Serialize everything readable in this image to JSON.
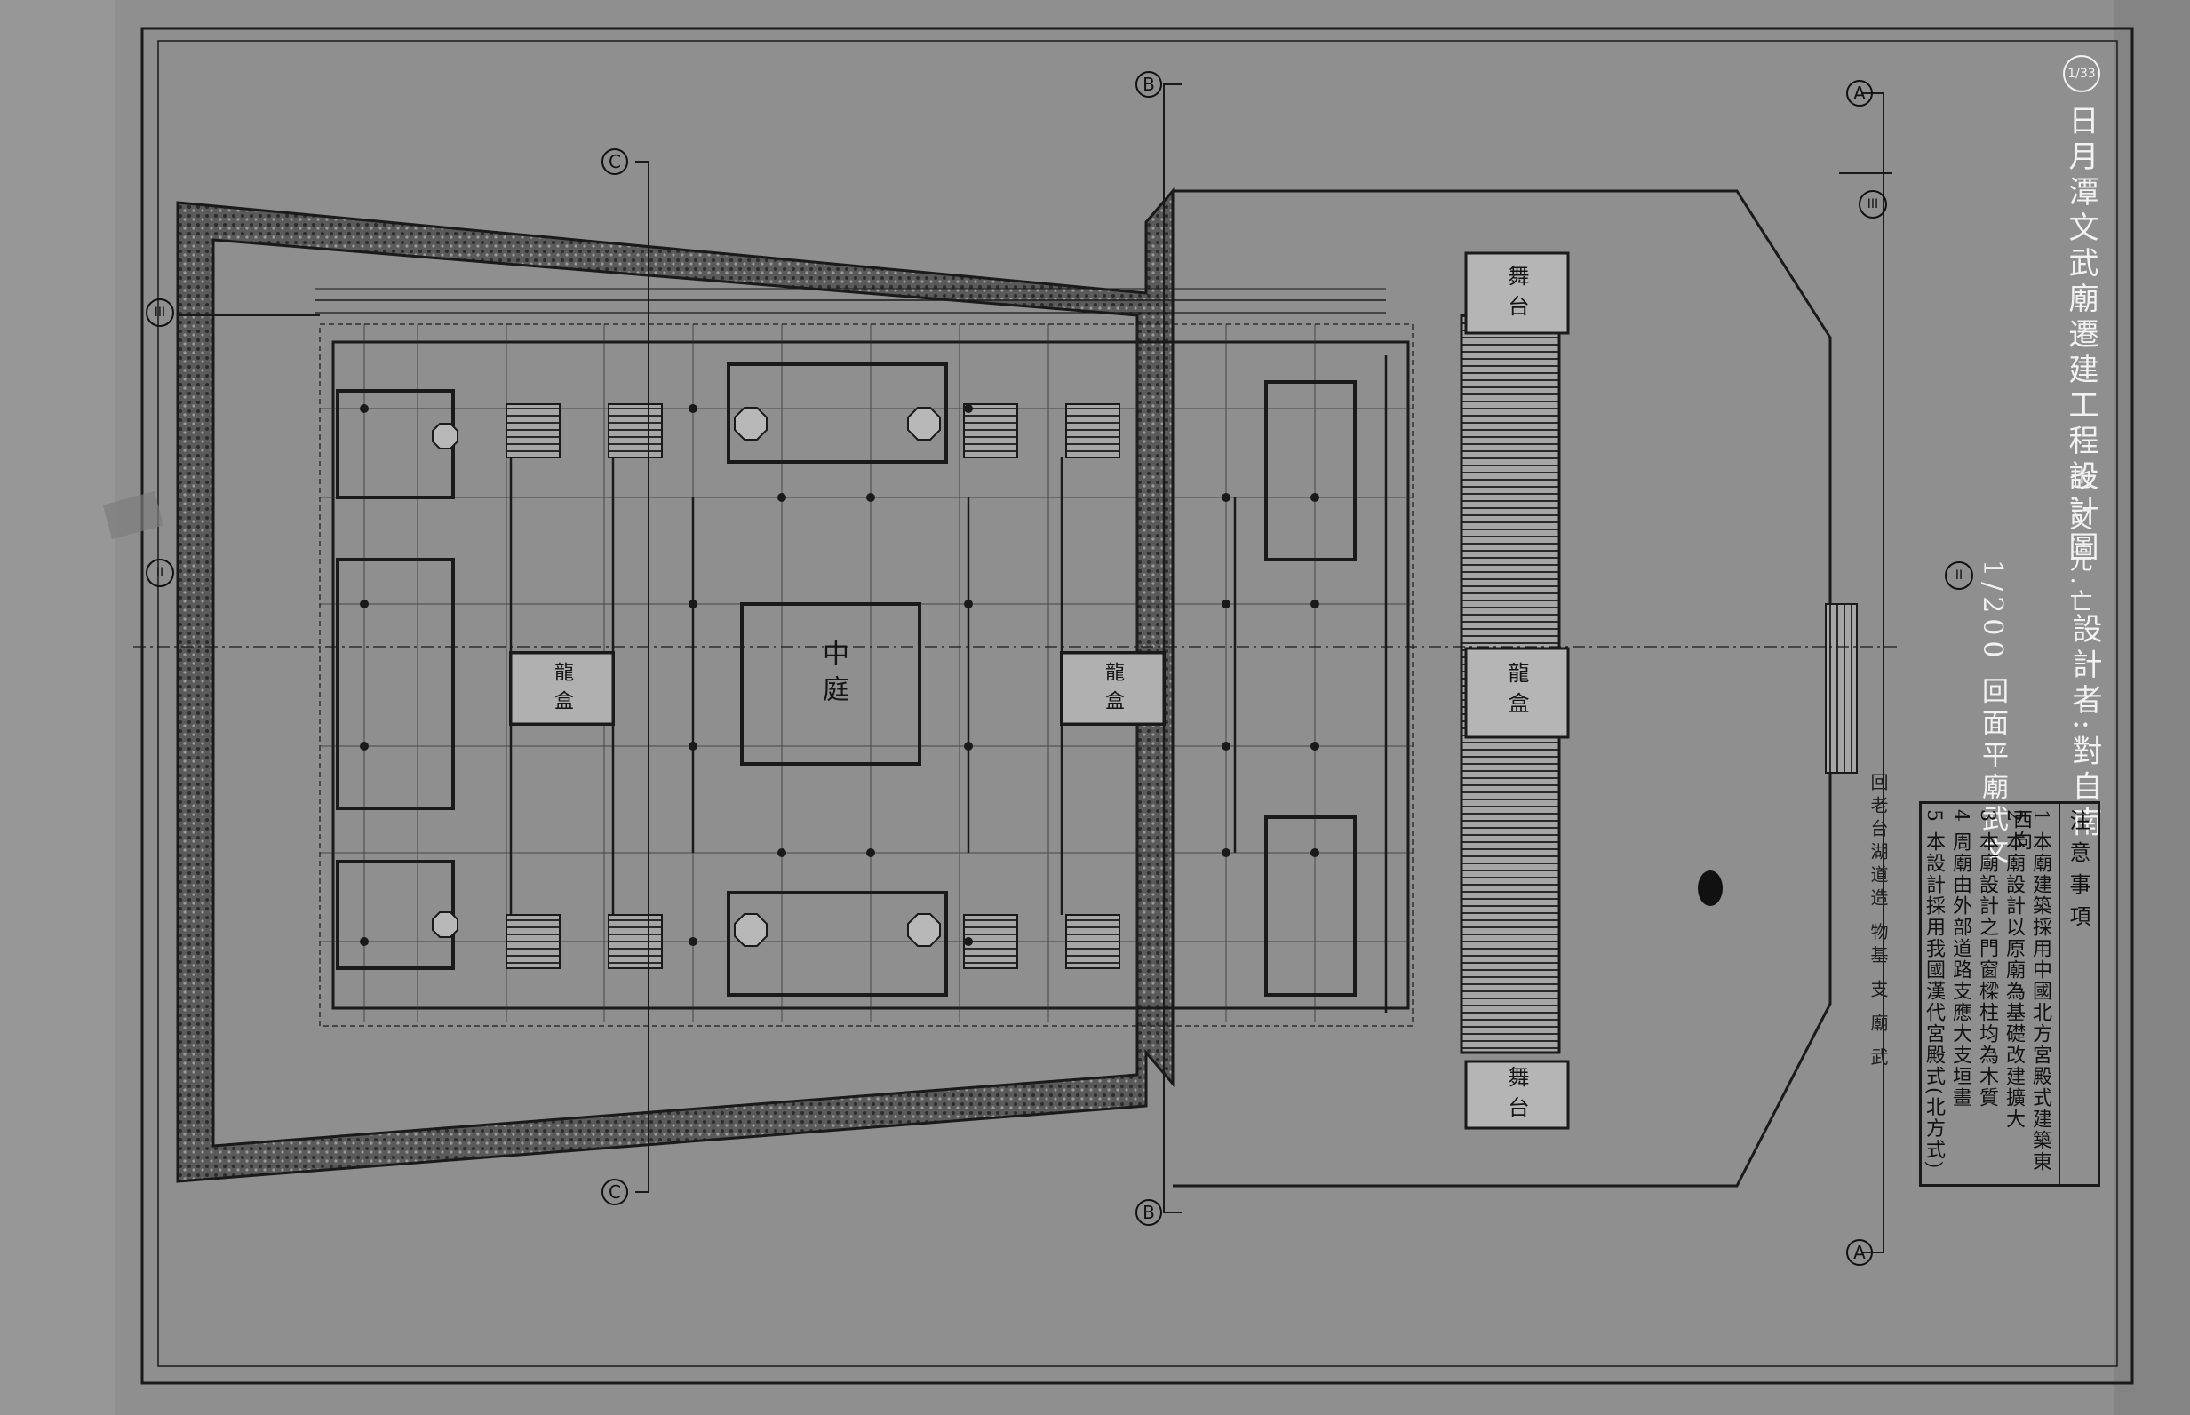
{
  "title": {
    "text": "日月潭文武廟遷建工程設計圖",
    "sheet_no": "1/33",
    "date": "也.又.元.亡",
    "designer": "設計者:對自南"
  },
  "scale_caption": "1/200 回面平廟武文",
  "plan_caption": "回老台湖道造 物基 支 廟 武",
  "section_markers": [
    "A",
    "A",
    "B",
    "B",
    "C",
    "C",
    "III",
    "III",
    "II",
    "II"
  ],
  "rooms": {
    "stage_top": "舞台",
    "stage_mid": "龍盒",
    "stage_bottom": "舞台",
    "center_court": "中庭",
    "east_box": "龍盒",
    "west_box": "龍盒"
  },
  "notes": {
    "header": "注意事項",
    "items": [
      "1 本廟建築採用中國北方宮殿式建築東西向",
      "2 本廟設計以原廟為基礎改建擴大",
      "3 本廟設計之門窗樑柱均為木質",
      "4 周廟由外部道路支應大支垣畫",
      "5 本設計採用我國漢代宮殿式(北方式)"
    ]
  },
  "colors": {
    "paper": "#8f8f8f",
    "ink": "#1b1b1b",
    "chalk": "#f2f2f2"
  }
}
